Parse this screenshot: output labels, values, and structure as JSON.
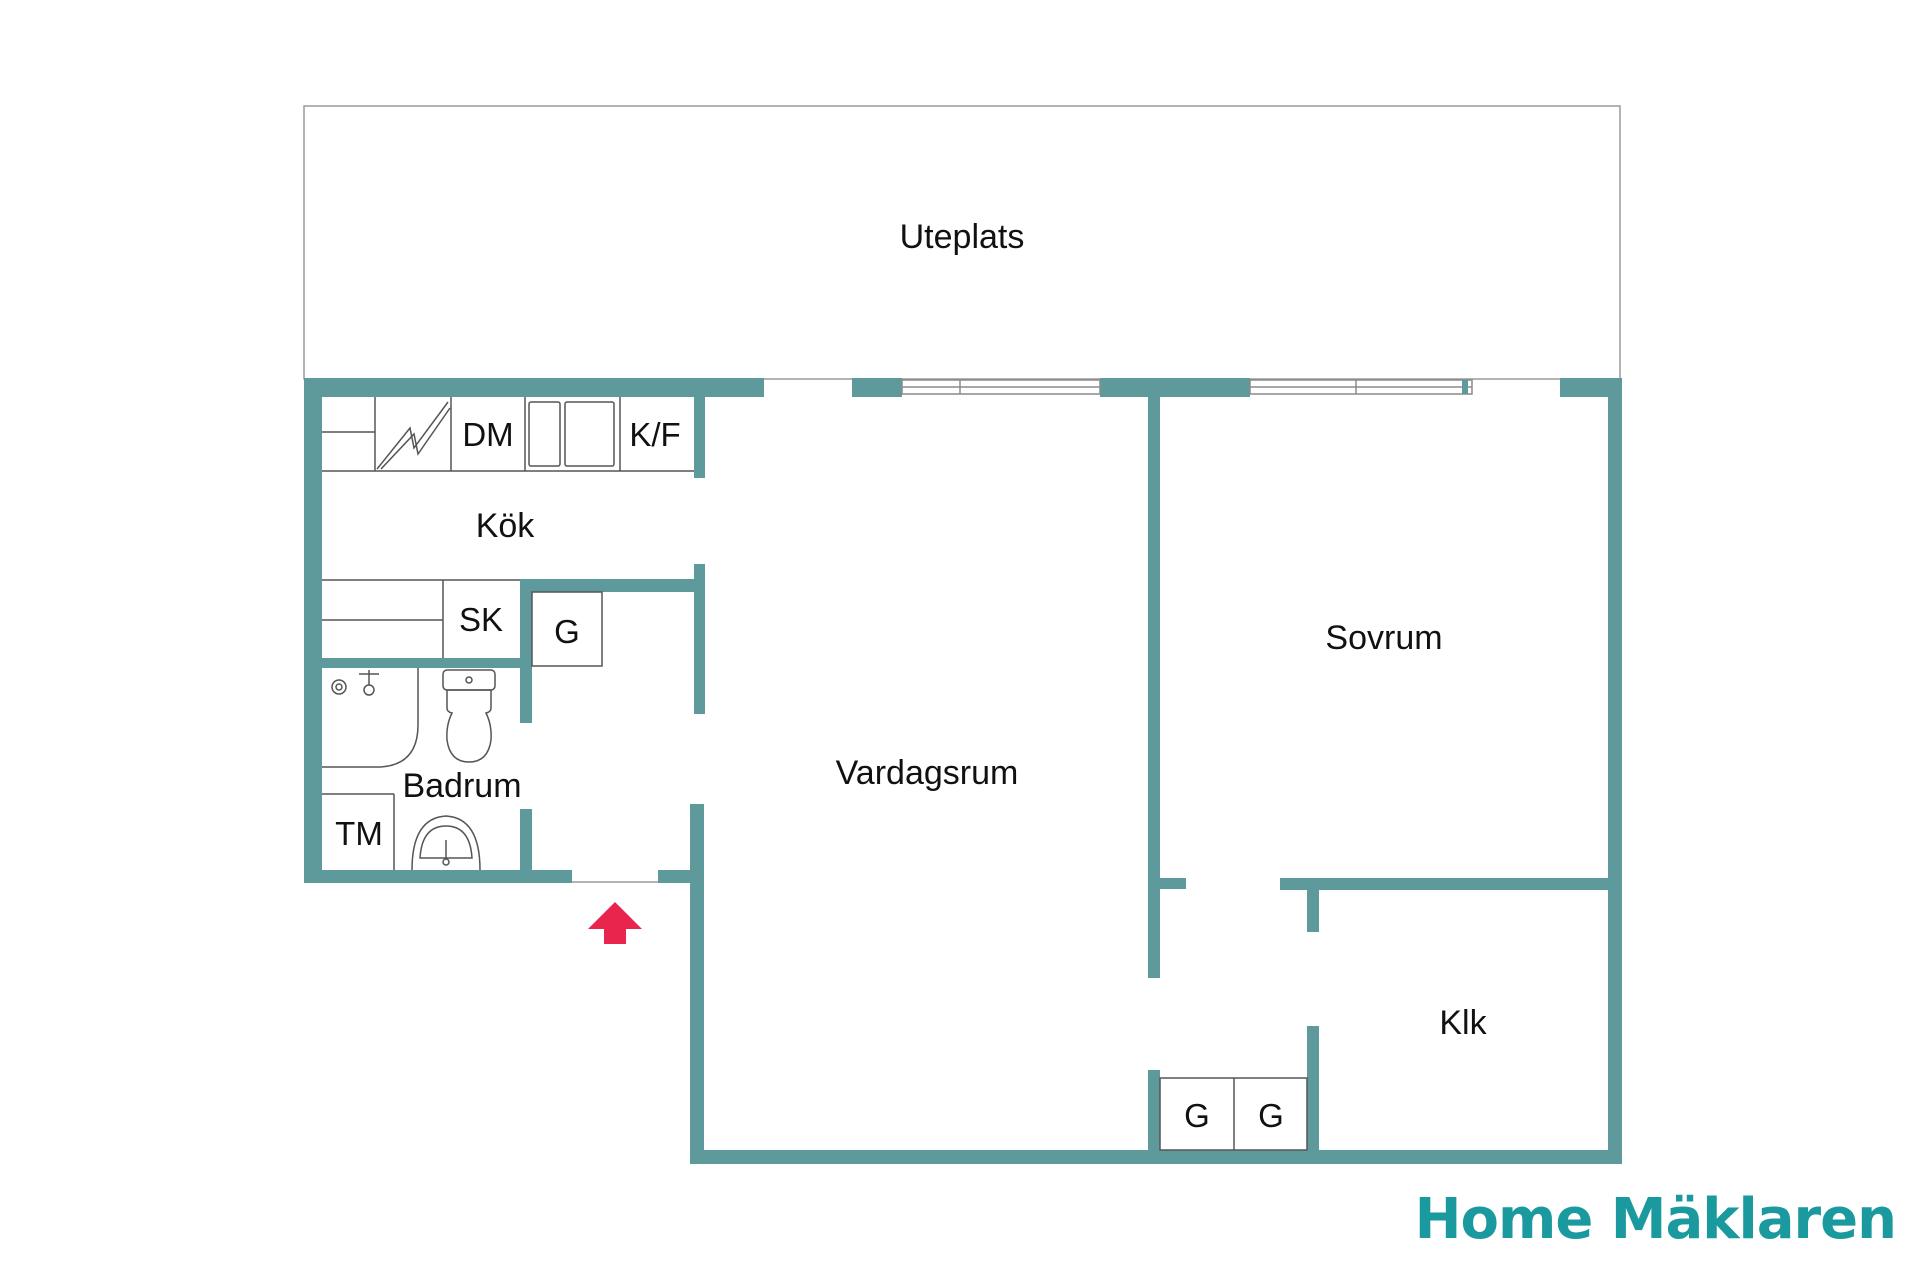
{
  "colors": {
    "wall": "#5e9a9b",
    "fixture_line": "#555555",
    "entrance_arrow": "#e8264d",
    "brand": "#1a9a9e",
    "background": "#ffffff"
  },
  "rooms": {
    "uteplats": "Uteplats",
    "kok": "Kök",
    "sovrum": "Sovrum",
    "vardagsrum": "Vardagsrum",
    "badrum": "Badrum",
    "klk": "Klk"
  },
  "fixtures": {
    "dm": "DM",
    "kf": "K/F",
    "sk": "SK",
    "g_hall": "G",
    "tm": "TM",
    "g_left": "G",
    "g_right": "G"
  },
  "icons": {
    "entrance": "entrance-arrow-icon",
    "stove": "stove-icon",
    "toilet": "toilet-icon",
    "sink": "sink-icon",
    "shower": "shower-icon"
  },
  "brand": {
    "name": "Home Mäklaren"
  }
}
